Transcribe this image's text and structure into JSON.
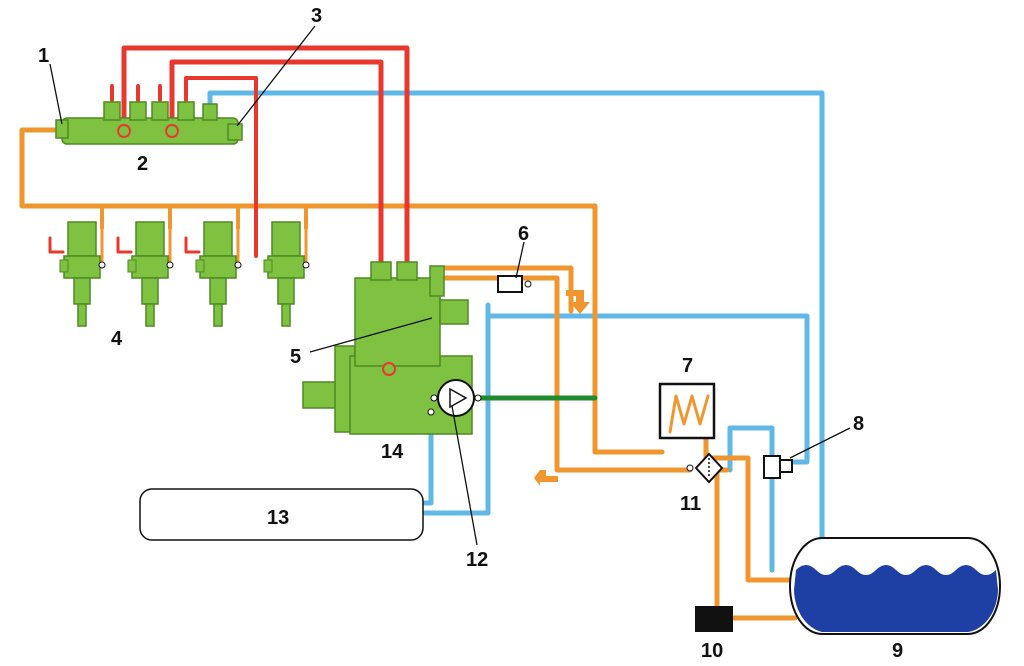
{
  "colors": {
    "high_pressure": "#e8382e",
    "low_pressure_supply": "#f0962f",
    "return_line": "#5fb8e6",
    "pump_link": "#1f8a2e",
    "component_green": "#7fc241",
    "component_green_dark": "#4f8a22",
    "tank_fuel": "#1e3fa3"
  },
  "labels": {
    "l1": "1",
    "l2": "2",
    "l3": "3",
    "l4": "4",
    "l5": "5",
    "l6": "6",
    "l7": "7",
    "l8": "8",
    "l9": "9",
    "l10": "10",
    "l11": "11",
    "l12": "12",
    "l13": "13",
    "l14": "14"
  }
}
